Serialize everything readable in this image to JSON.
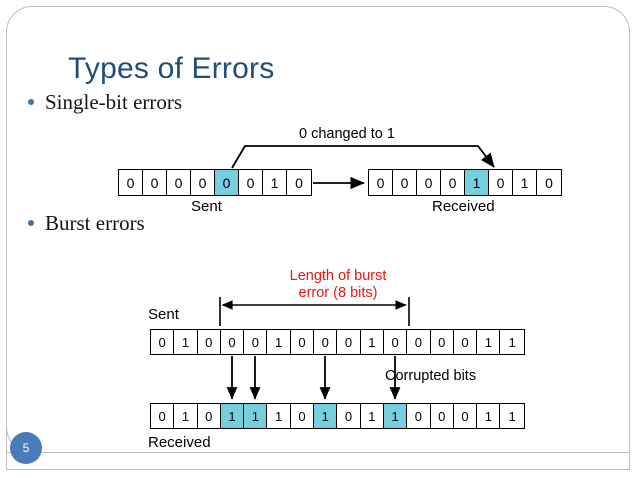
{
  "slide": {
    "title": "Types of Errors",
    "number": "5",
    "title_color": "#1F4E79",
    "bullet_color": "#4472A8",
    "highlight_color": "#76CEDE",
    "accent_red": "#E8170F"
  },
  "bullets": [
    {
      "label": "Single-bit errors"
    },
    {
      "label": "Burst errors"
    }
  ],
  "single_bit_diagram": {
    "annotation": "0 changed to 1",
    "sent_caption": "Sent",
    "received_caption": "Received",
    "sent_bits": [
      "0",
      "0",
      "0",
      "0",
      "0",
      "0",
      "1",
      "0"
    ],
    "sent_highlight_indices": [
      4
    ],
    "received_bits": [
      "0",
      "0",
      "0",
      "0",
      "1",
      "0",
      "1",
      "0"
    ],
    "received_highlight_indices": [
      4
    ]
  },
  "burst_diagram": {
    "burst_label_line1": "Length of burst",
    "burst_label_line2": "error (8 bits)",
    "sent_caption": "Sent",
    "received_caption": "Received",
    "corrupted_caption": "Corrupted bits",
    "sent_bits": [
      "0",
      "1",
      "0",
      "0",
      "0",
      "1",
      "0",
      "0",
      "0",
      "1",
      "0",
      "0",
      "0",
      "0",
      "1",
      "1"
    ],
    "received_bits": [
      "0",
      "1",
      "0",
      "1",
      "1",
      "1",
      "0",
      "1",
      "0",
      "1",
      "1",
      "0",
      "0",
      "0",
      "1",
      "1"
    ],
    "received_highlight_indices": [
      3,
      4,
      7,
      10
    ],
    "corrupted_arrow_indices": [
      3,
      4,
      7,
      10
    ]
  }
}
